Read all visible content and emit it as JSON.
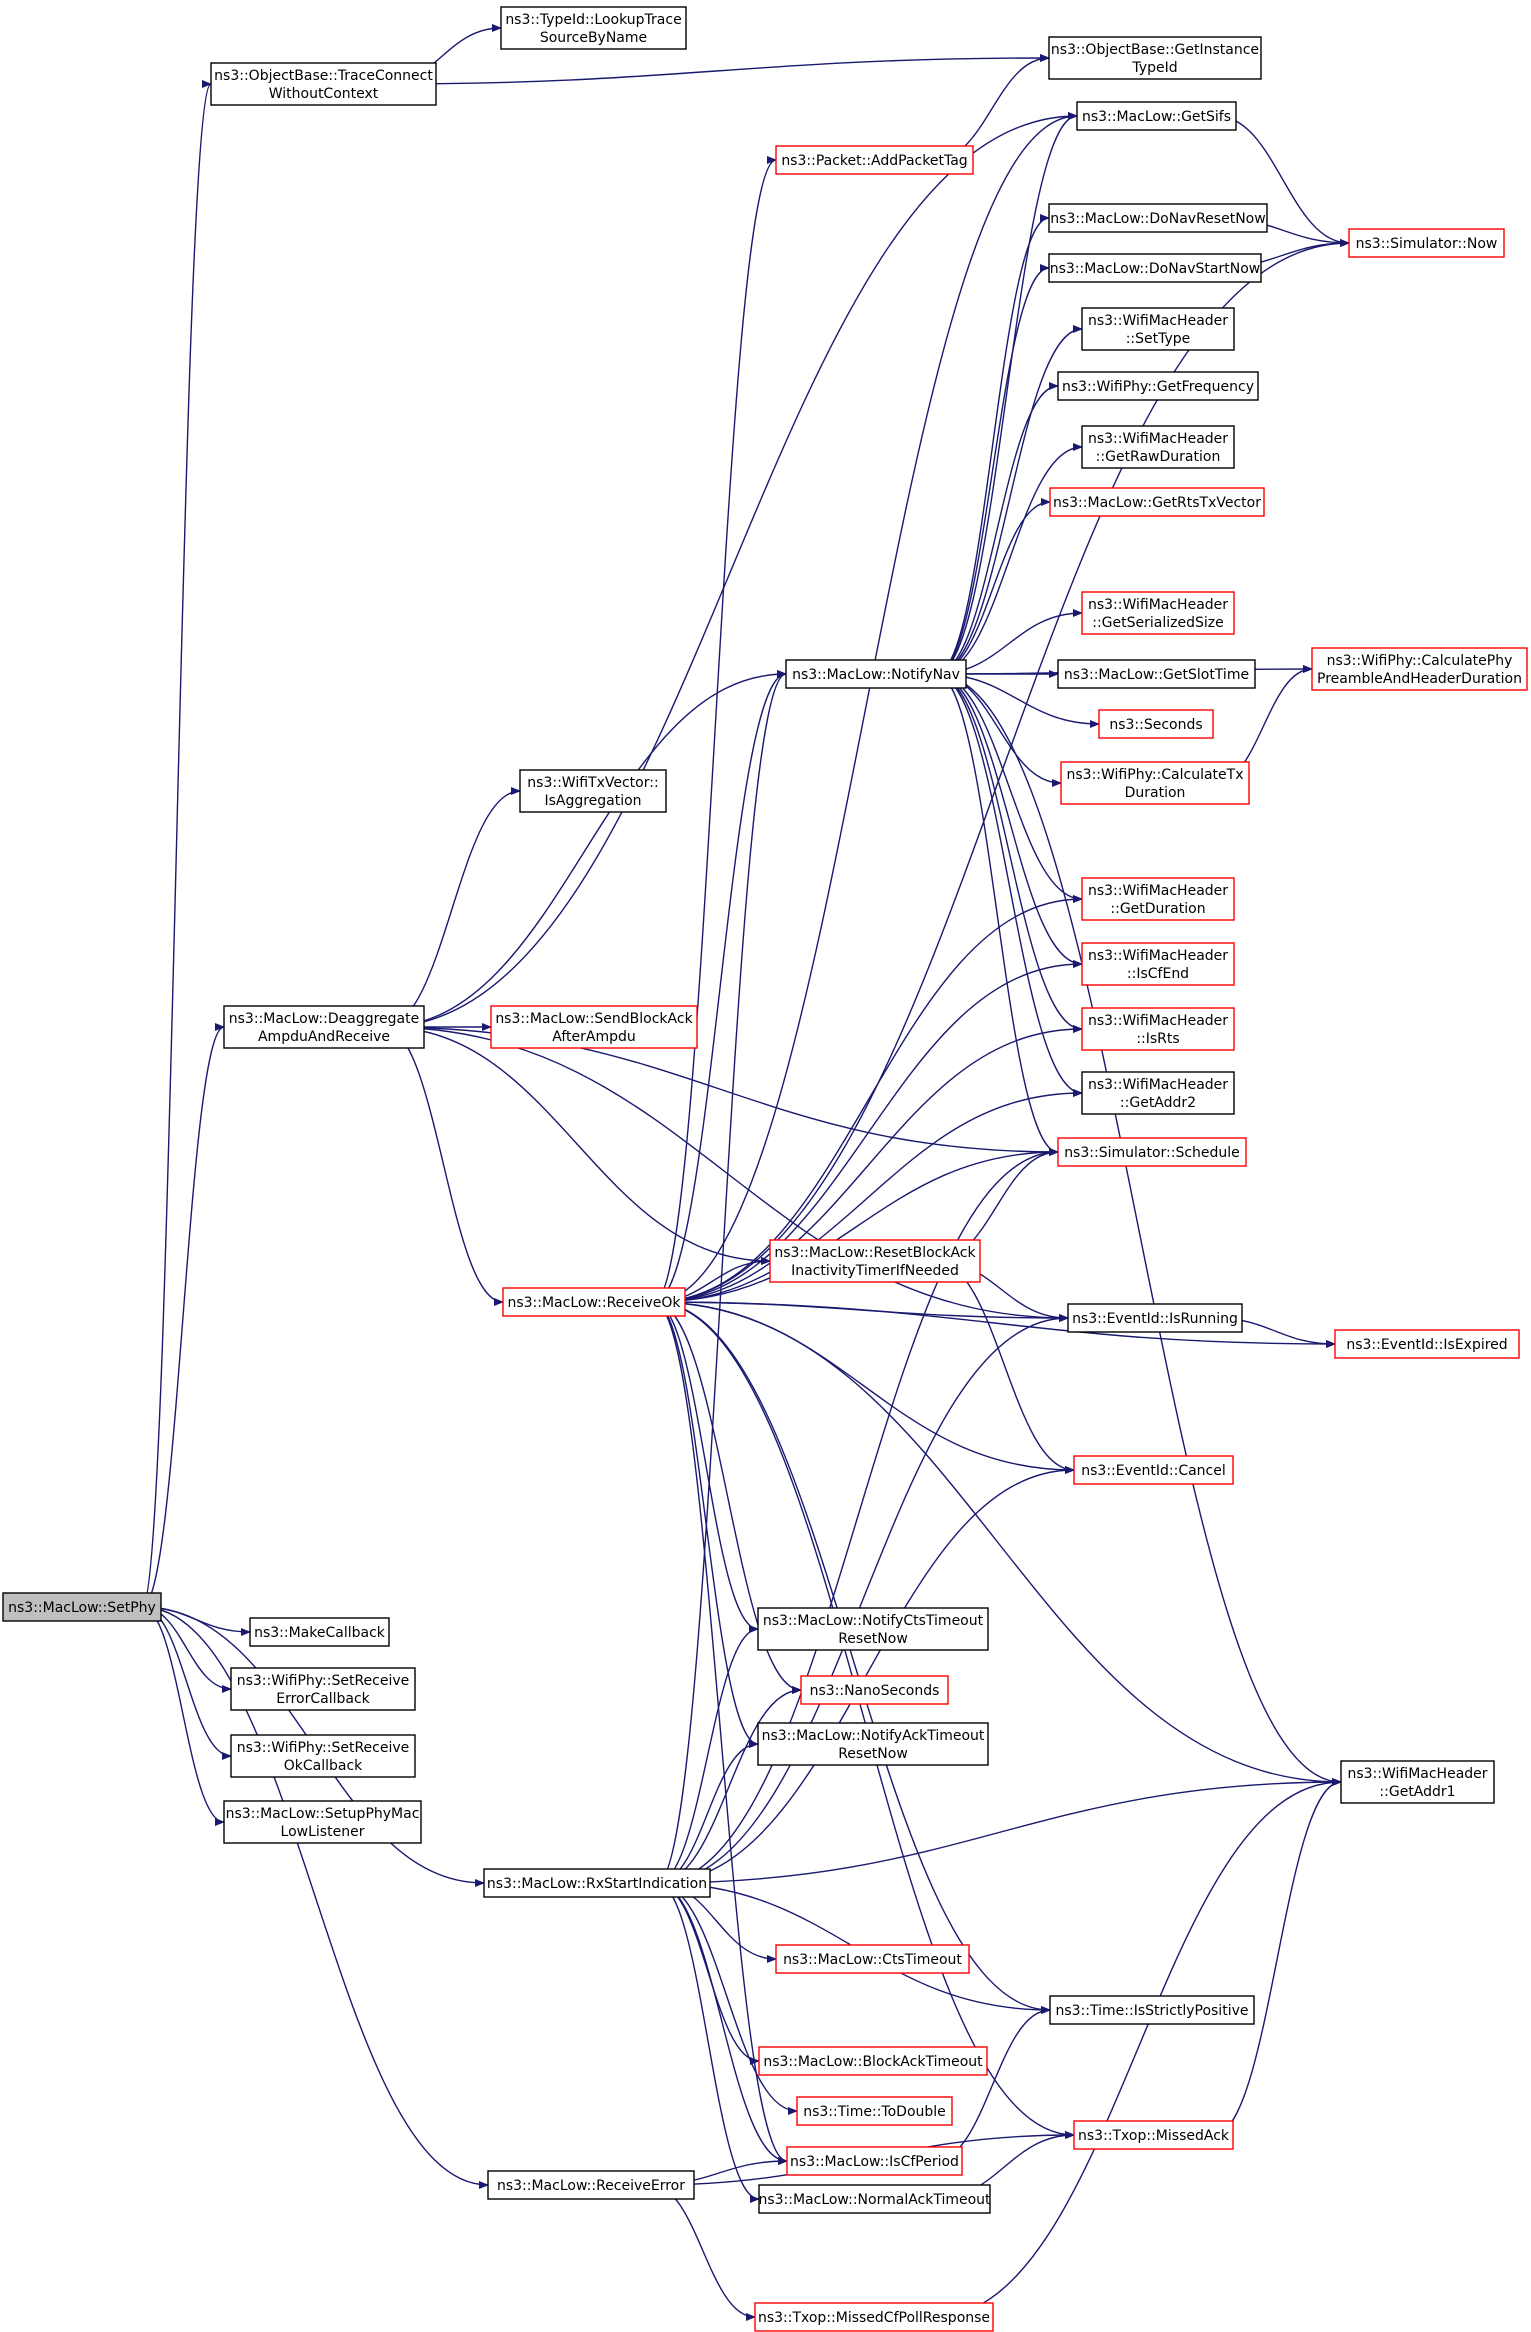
{
  "colors": {
    "edge": "#191970",
    "border_normal": "#000000",
    "border_red": "#ff0000",
    "fill_normal": "#ffffff",
    "fill_root": "#bfbfbf"
  },
  "nodes": [
    {
      "id": "setphy",
      "lines": [
        "ns3::MacLow::SetPhy"
      ],
      "style": "root"
    },
    {
      "id": "traceconnect",
      "lines": [
        "ns3::ObjectBase::TraceConnect",
        "WithoutContext"
      ],
      "style": "normal"
    },
    {
      "id": "lookuptrace",
      "lines": [
        "ns3::TypeId::LookupTrace",
        "SourceByName"
      ],
      "style": "normal"
    },
    {
      "id": "getinstance",
      "lines": [
        "ns3::ObjectBase::GetInstance",
        "TypeId"
      ],
      "style": "normal"
    },
    {
      "id": "addpackettag",
      "lines": [
        "ns3::Packet::AddPacketTag"
      ],
      "style": "red"
    },
    {
      "id": "getsifs",
      "lines": [
        "ns3::MacLow::GetSifs"
      ],
      "style": "normal"
    },
    {
      "id": "donavresetnow",
      "lines": [
        "ns3::MacLow::DoNavResetNow"
      ],
      "style": "normal"
    },
    {
      "id": "simnow",
      "lines": [
        "ns3::Simulator::Now"
      ],
      "style": "red"
    },
    {
      "id": "donavstartnow",
      "lines": [
        "ns3::MacLow::DoNavStartNow"
      ],
      "style": "normal"
    },
    {
      "id": "settype",
      "lines": [
        "ns3::WifiMacHeader",
        "::SetType"
      ],
      "style": "normal"
    },
    {
      "id": "getfrequency",
      "lines": [
        "ns3::WifiPhy::GetFrequency"
      ],
      "style": "normal"
    },
    {
      "id": "getrawduration",
      "lines": [
        "ns3::WifiMacHeader",
        "::GetRawDuration"
      ],
      "style": "normal"
    },
    {
      "id": "getrtstxvector",
      "lines": [
        "ns3::MacLow::GetRtsTxVector"
      ],
      "style": "red"
    },
    {
      "id": "getserializedsize",
      "lines": [
        "ns3::WifiMacHeader",
        "::GetSerializedSize"
      ],
      "style": "red"
    },
    {
      "id": "calcpreamble",
      "lines": [
        "ns3::WifiPhy::CalculatePhy",
        "PreambleAndHeaderDuration"
      ],
      "style": "red"
    },
    {
      "id": "notifynav",
      "lines": [
        "ns3::MacLow::NotifyNav"
      ],
      "style": "normal"
    },
    {
      "id": "getslottime",
      "lines": [
        "ns3::MacLow::GetSlotTime"
      ],
      "style": "normal"
    },
    {
      "id": "seconds",
      "lines": [
        "ns3::Seconds"
      ],
      "style": "red"
    },
    {
      "id": "isaggregation",
      "lines": [
        "ns3::WifiTxVector::",
        "IsAggregation"
      ],
      "style": "normal"
    },
    {
      "id": "calctxduration",
      "lines": [
        "ns3::WifiPhy::CalculateTx",
        "Duration"
      ],
      "style": "red"
    },
    {
      "id": "getduration",
      "lines": [
        "ns3::WifiMacHeader",
        "::GetDuration"
      ],
      "style": "red"
    },
    {
      "id": "iscfend",
      "lines": [
        "ns3::WifiMacHeader",
        "::IsCfEnd"
      ],
      "style": "red"
    },
    {
      "id": "deaggregate",
      "lines": [
        "ns3::MacLow::Deaggregate",
        "AmpduAndReceive"
      ],
      "style": "normal"
    },
    {
      "id": "sendblockack",
      "lines": [
        "ns3::MacLow::SendBlockAck",
        "AfterAmpdu"
      ],
      "style": "red"
    },
    {
      "id": "isrts",
      "lines": [
        "ns3::WifiMacHeader",
        "::IsRts"
      ],
      "style": "red"
    },
    {
      "id": "getaddr2",
      "lines": [
        "ns3::WifiMacHeader",
        "::GetAddr2"
      ],
      "style": "normal"
    },
    {
      "id": "schedule",
      "lines": [
        "ns3::Simulator::Schedule"
      ],
      "style": "red"
    },
    {
      "id": "resetblockack",
      "lines": [
        "ns3::MacLow::ResetBlockAck",
        "InactivityTimerIfNeeded"
      ],
      "style": "red"
    },
    {
      "id": "receiveok",
      "lines": [
        "ns3::MacLow::ReceiveOk"
      ],
      "style": "red"
    },
    {
      "id": "isrunning",
      "lines": [
        "ns3::EventId::IsRunning"
      ],
      "style": "normal"
    },
    {
      "id": "isexpired",
      "lines": [
        "ns3::EventId::IsExpired"
      ],
      "style": "red"
    },
    {
      "id": "cancel",
      "lines": [
        "ns3::EventId::Cancel"
      ],
      "style": "red"
    },
    {
      "id": "makecallback",
      "lines": [
        "ns3::MakeCallback"
      ],
      "style": "normal"
    },
    {
      "id": "notifyctstimeout",
      "lines": [
        "ns3::MacLow::NotifyCtsTimeout",
        "ResetNow"
      ],
      "style": "normal"
    },
    {
      "id": "setreceiveerror",
      "lines": [
        "ns3::WifiPhy::SetReceive",
        "ErrorCallback"
      ],
      "style": "normal"
    },
    {
      "id": "nanoseconds",
      "lines": [
        "ns3::NanoSeconds"
      ],
      "style": "red"
    },
    {
      "id": "setreceiveok",
      "lines": [
        "ns3::WifiPhy::SetReceive",
        "OkCallback"
      ],
      "style": "normal"
    },
    {
      "id": "notifyacktimeout",
      "lines": [
        "ns3::MacLow::NotifyAckTimeout",
        "ResetNow"
      ],
      "style": "normal"
    },
    {
      "id": "getaddr1",
      "lines": [
        "ns3::WifiMacHeader",
        "::GetAddr1"
      ],
      "style": "normal"
    },
    {
      "id": "setupphy",
      "lines": [
        "ns3::MacLow::SetupPhyMac",
        "LowListener"
      ],
      "style": "normal"
    },
    {
      "id": "rxstart",
      "lines": [
        "ns3::MacLow::RxStartIndication"
      ],
      "style": "normal"
    },
    {
      "id": "ctstimeout",
      "lines": [
        "ns3::MacLow::CtsTimeout"
      ],
      "style": "red"
    },
    {
      "id": "isstrictlypositive",
      "lines": [
        "ns3::Time::IsStrictlyPositive"
      ],
      "style": "normal"
    },
    {
      "id": "blockacktimeout",
      "lines": [
        "ns3::MacLow::BlockAckTimeout"
      ],
      "style": "red"
    },
    {
      "id": "todouble",
      "lines": [
        "ns3::Time::ToDouble"
      ],
      "style": "red"
    },
    {
      "id": "missedack",
      "lines": [
        "ns3::Txop::MissedAck"
      ],
      "style": "red"
    },
    {
      "id": "iscfperiod",
      "lines": [
        "ns3::MacLow::IsCfPeriod"
      ],
      "style": "red"
    },
    {
      "id": "receiveerror",
      "lines": [
        "ns3::MacLow::ReceiveError"
      ],
      "style": "normal"
    },
    {
      "id": "normalacktimeout",
      "lines": [
        "ns3::MacLow::NormalAckTimeout"
      ],
      "style": "normal"
    },
    {
      "id": "missedcfpoll",
      "lines": [
        "ns3::Txop::MissedCfPollResponse"
      ],
      "style": "red"
    }
  ],
  "edges": [
    [
      "setphy",
      "traceconnect"
    ],
    [
      "traceconnect",
      "lookuptrace"
    ],
    [
      "traceconnect",
      "getinstance"
    ],
    [
      "addpackettag",
      "getinstance"
    ],
    [
      "setphy",
      "deaggregate"
    ],
    [
      "setphy",
      "makecallback"
    ],
    [
      "setphy",
      "setreceiveerror"
    ],
    [
      "setphy",
      "setreceiveok"
    ],
    [
      "setphy",
      "setupphy"
    ],
    [
      "setphy",
      "rxstart"
    ],
    [
      "setphy",
      "receiveerror"
    ],
    [
      "deaggregate",
      "getsifs"
    ],
    [
      "deaggregate",
      "notifynav"
    ],
    [
      "deaggregate",
      "isaggregation"
    ],
    [
      "deaggregate",
      "sendblockack"
    ],
    [
      "deaggregate",
      "schedule"
    ],
    [
      "deaggregate",
      "isrunning"
    ],
    [
      "deaggregate",
      "receiveok"
    ],
    [
      "deaggregate",
      "resetblockack"
    ],
    [
      "notifynav",
      "getsifs"
    ],
    [
      "notifynav",
      "donavresetnow"
    ],
    [
      "notifynav",
      "donavstartnow"
    ],
    [
      "notifynav",
      "settype"
    ],
    [
      "notifynav",
      "getfrequency"
    ],
    [
      "notifynav",
      "getrawduration"
    ],
    [
      "notifynav",
      "getrtstxvector"
    ],
    [
      "notifynav",
      "getserializedsize"
    ],
    [
      "notifynav",
      "calcpreamble"
    ],
    [
      "notifynav",
      "getslottime"
    ],
    [
      "notifynav",
      "seconds"
    ],
    [
      "notifynav",
      "calctxduration"
    ],
    [
      "notifynav",
      "getduration"
    ],
    [
      "notifynav",
      "iscfend"
    ],
    [
      "notifynav",
      "isrts"
    ],
    [
      "notifynav",
      "getaddr2"
    ],
    [
      "notifynav",
      "schedule"
    ],
    [
      "notifynav",
      "getaddr1"
    ],
    [
      "donavresetnow",
      "simnow"
    ],
    [
      "donavstartnow",
      "simnow"
    ],
    [
      "getsifs",
      "simnow"
    ],
    [
      "calctxduration",
      "calcpreamble"
    ],
    [
      "receiveok",
      "addpackettag"
    ],
    [
      "receiveok",
      "getsifs"
    ],
    [
      "receiveok",
      "notifynav"
    ],
    [
      "receiveok",
      "getduration"
    ],
    [
      "receiveok",
      "iscfend"
    ],
    [
      "receiveok",
      "isrts"
    ],
    [
      "receiveok",
      "getaddr2"
    ],
    [
      "receiveok",
      "schedule"
    ],
    [
      "receiveok",
      "simnow"
    ],
    [
      "receiveok",
      "resetblockack"
    ],
    [
      "receiveok",
      "isrunning"
    ],
    [
      "receiveok",
      "isexpired"
    ],
    [
      "receiveok",
      "getaddr1"
    ],
    [
      "receiveok",
      "cancel"
    ],
    [
      "receiveok",
      "notifyctstimeout"
    ],
    [
      "receiveok",
      "nanoseconds"
    ],
    [
      "receiveok",
      "notifyacktimeout"
    ],
    [
      "receiveok",
      "isstrictlypositive"
    ],
    [
      "receiveok",
      "missedack"
    ],
    [
      "receiveok",
      "iscfperiod"
    ],
    [
      "resetblockack",
      "schedule"
    ],
    [
      "resetblockack",
      "isrunning"
    ],
    [
      "resetblockack",
      "cancel"
    ],
    [
      "isrunning",
      "isexpired"
    ],
    [
      "rxstart",
      "notifyctstimeout"
    ],
    [
      "rxstart",
      "nanoseconds"
    ],
    [
      "rxstart",
      "notifyacktimeout"
    ],
    [
      "rxstart",
      "schedule"
    ],
    [
      "rxstart",
      "isrunning"
    ],
    [
      "rxstart",
      "cancel"
    ],
    [
      "rxstart",
      "notifynav"
    ],
    [
      "rxstart",
      "getaddr1"
    ],
    [
      "rxstart",
      "ctstimeout"
    ],
    [
      "rxstart",
      "isstrictlypositive"
    ],
    [
      "rxstart",
      "blockacktimeout"
    ],
    [
      "rxstart",
      "todouble"
    ],
    [
      "rxstart",
      "iscfperiod"
    ],
    [
      "rxstart",
      "normalacktimeout"
    ],
    [
      "iscfperiod",
      "isstrictlypositive"
    ],
    [
      "normalacktimeout",
      "missedack"
    ],
    [
      "missedack",
      "getaddr1"
    ],
    [
      "missedcfpoll",
      "getaddr1"
    ],
    [
      "receiveerror",
      "iscfperiod"
    ],
    [
      "receiveerror",
      "missedack"
    ],
    [
      "receiveerror",
      "missedcfpoll"
    ]
  ]
}
